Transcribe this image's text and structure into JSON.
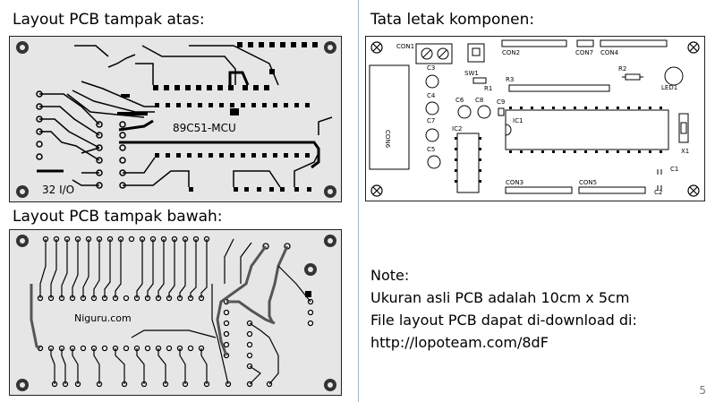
{
  "slide": {
    "top_layout_title": "Layout PCB tampak atas:",
    "bottom_layout_title": "Layout PCB tampak bawah:",
    "component_layout_title": "Tata letak komponen:",
    "page_number": "5"
  },
  "top_pcb": {
    "mcu_label": "89C51-MCU",
    "io_label": "32 I/O"
  },
  "bottom_pcb": {
    "watermark": "Niguru.com"
  },
  "component_layout": {
    "labels": [
      "CON1",
      "SW1",
      "CON2",
      "CON7",
      "CON4",
      "C3",
      "R1",
      "R3",
      "R2",
      "LED1",
      "C4",
      "C6",
      "C8",
      "C9",
      "IC1",
      "CON6",
      "C7",
      "IC2",
      "C5",
      "X1",
      "C1",
      "CON3",
      "CON5",
      "C2"
    ]
  },
  "note": {
    "heading": "Note:",
    "line1": "Ukuran asli PCB adalah 10cm x 5cm",
    "line2": "File layout PCB dapat di-download di:",
    "line3": "http://lopoteam.com/8dF"
  }
}
